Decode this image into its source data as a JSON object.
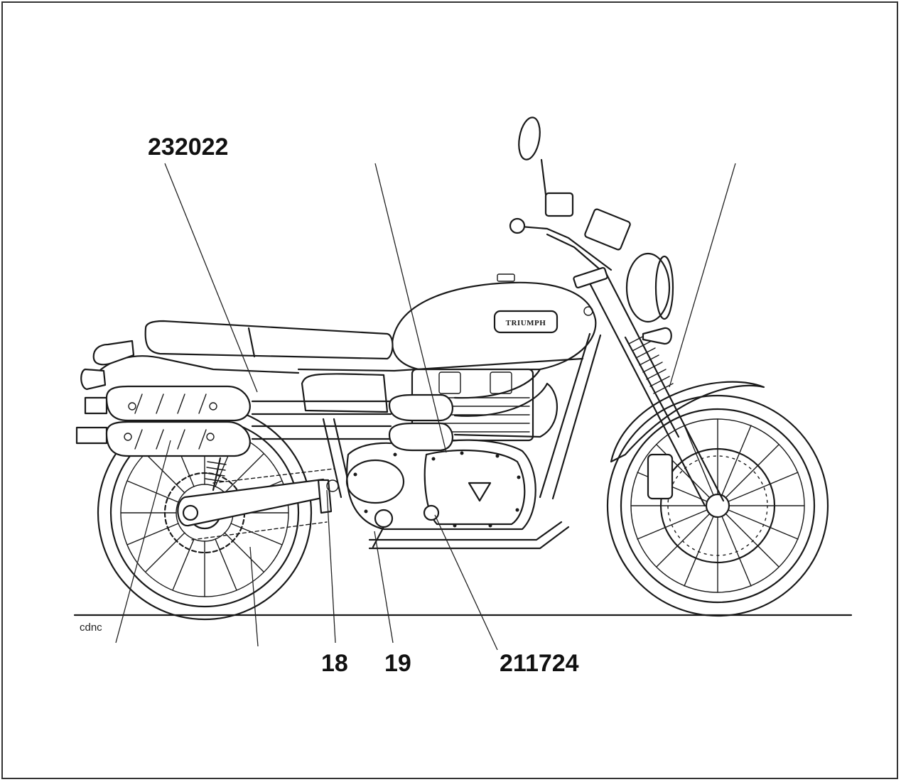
{
  "diagram": {
    "reference_code": "cdnc",
    "brand_badge": "TRIUMPH",
    "callouts": {
      "top_left": "232022",
      "bottom_18": "18",
      "bottom_19": "19",
      "bottom_right": "211724"
    }
  }
}
